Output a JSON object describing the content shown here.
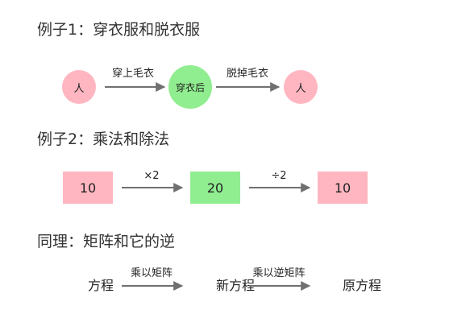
{
  "examples": [
    {
      "heading": "例子1：穿衣服和脱衣服",
      "nodes": [
        "人",
        "穿衣后",
        "人"
      ],
      "edges": [
        "穿上毛衣",
        "脱掉毛衣"
      ]
    },
    {
      "heading": "例子2：乘法和除法",
      "nodes": [
        "10",
        "20",
        "10"
      ],
      "edges": [
        "×2",
        "÷2"
      ]
    },
    {
      "heading": "同理：矩阵和它的逆",
      "nodes": [
        "方程",
        "新方程",
        "原方程"
      ],
      "edges": [
        "乘以矩阵",
        "乘以逆矩阵"
      ]
    }
  ],
  "colors": {
    "node_pink": "#ffb6c1",
    "node_green": "#90ee90",
    "arrow": "#707070",
    "text": "#333333"
  }
}
